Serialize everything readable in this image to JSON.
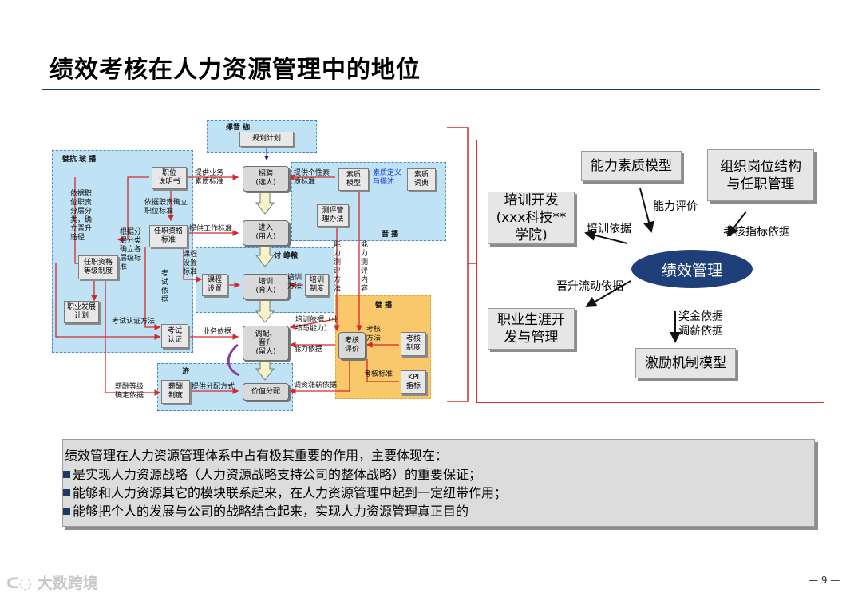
{
  "title": "绩效考核在人力资源管理中的地位",
  "regions": {
    "top": "撑晋        枷",
    "left": "甓抗    玻    播",
    "right": "晋        播",
    "middle": "讨    峥粮",
    "bottom": "济",
    "orange": "甓        播"
  },
  "boxes": {
    "plan": "规划计划",
    "job_desc": "职位\n说明书",
    "recruit": "招聘\n(选人)",
    "quality_model": "素质\n模型",
    "quality_dict": "素质\n词典",
    "assess_method": "测评管\n理办法",
    "enter": "进入\n(用人)",
    "qualification": "任职资格\n标准",
    "qual_grade": "任职资格\n等级制度",
    "course": "课程\n设置",
    "train": "培训\n(育人)",
    "train_sys": "培训\n制度",
    "career_plan": "职业发展\n计划",
    "exam": "考试\n认证",
    "transfer": "调配、\n晋升\n(留人)",
    "appraisal": "考核\n评价",
    "appraisal_sys": "考核\n制度",
    "salary_sys": "薪酬\n制度",
    "value_dist": "价值分配",
    "kpi": "KPI\n指标"
  },
  "diagram_labels": {
    "basis_job": "依据职\n位职责\n分层分\n类，确\n立晋升\n途径",
    "provide_biz": "提供业务\n素质标准",
    "provide_pers": "提供个性素\n质标准",
    "quality_def": "素质定义\n与描述",
    "basis_resp": "依据职责确立\n职位标准",
    "provide_work": "提供工作标准",
    "classify": "根据分\n层分类\n确立各\n层级标\n准",
    "course_std": "课程\n设置\n标准",
    "exam_basis": "考试依据",
    "ability_method": "能力测评方法",
    "ability_content": "能力测评内容",
    "train_method": "培训\n方法",
    "exam_method": "考试认证方法",
    "biz_basis": "业务依据",
    "train_basis": "培训依据（业\n绩与能力）",
    "assess_way": "考核\n方法",
    "ability_basis": "能力依据",
    "assess_std": "考核标准",
    "salary_grade": "薪酬等级\n确定依据",
    "provide_dist": "提供分配方式",
    "salary_adjust": "调资涨薪依据"
  },
  "right_panel": {
    "ability_model": "能力素质模型",
    "org_structure": "组织岗位结构\n与任职管理",
    "training": "培训开发\n(xxx科技**\n学院)",
    "center": "绩效管理",
    "career": "职业生涯开\n发与管理",
    "incentive": "激励机制模型",
    "ability_eval": "能力评价",
    "train_basis": "培训依据",
    "assess_basis": "考核指标依据",
    "promo_basis": "晋升流动依据",
    "bonus_basis": "奖金依据\n调薪依据"
  },
  "summary": {
    "intro": "绩效管理在人力资源管理体系中占有极其重要的作用，主要体现在：",
    "points": [
      "是实现人力资源战略（人力资源战略支持公司的整体战略）的重要保证；",
      "能够和人力资源其它的模块联系起来，在人力资源管理中起到一定纽带作用；",
      "能够把个人的发展与公司的战略结合起来，实现人力资源管理真正目的"
    ]
  },
  "footer": {
    "logo": "大数跨境",
    "page": "— 9 —"
  },
  "colors": {
    "title_rule": "#1f3864",
    "region_blue": "#bfe3f5",
    "region_orange": "#f9c86a",
    "arrow_red": "#d42a2a",
    "ellipse": "#1f3f7a",
    "panel_border": "#d42a2a"
  }
}
